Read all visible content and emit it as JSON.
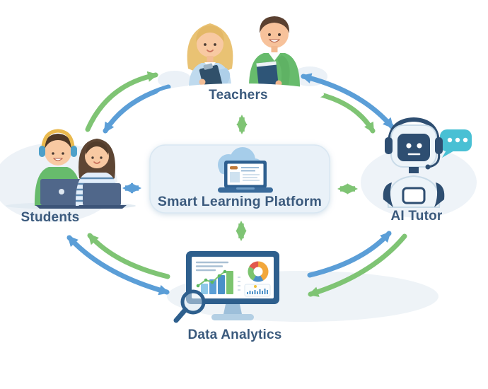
{
  "center": {
    "label": "Smart Learning Platform",
    "icon": "cloud-laptop-icon"
  },
  "nodes": {
    "teachers": {
      "label": "Teachers",
      "icon": "two-teachers-with-clipboard-and-book"
    },
    "students": {
      "label": "Students",
      "icon": "two-students-with-laptops-and-headphones"
    },
    "aiTutor": {
      "label": "AI Tutor",
      "icon": "robot-with-headset-and-chat-bubble"
    },
    "dataAnalytics": {
      "label": "Data Analytics",
      "icon": "monitor-with-charts-and-magnifying-glass"
    }
  },
  "colors": {
    "arrowGreen": "#7fc474",
    "arrowBlue": "#5b9ed7",
    "labelText": "#3b5a7d",
    "cardBackground": "#e9f1f8",
    "cardBorder": "#d9e7f2",
    "robotNavy": "#2e4e71",
    "chatBubbleTeal": "#49c0d4",
    "monitorNavy": "#2e5f8d",
    "cloudBlob": "#edf2f7",
    "background": "#ffffff"
  },
  "connections": {
    "hub_spokes": [
      {
        "between": [
          "Smart Learning Platform",
          "Teachers"
        ],
        "type": "double-headed",
        "color": "green",
        "orientation": "vertical"
      },
      {
        "between": [
          "Smart Learning Platform",
          "Students"
        ],
        "type": "double-headed",
        "color": "blue",
        "orientation": "horizontal"
      },
      {
        "between": [
          "Smart Learning Platform",
          "AI Tutor"
        ],
        "type": "double-headed",
        "color": "green",
        "orientation": "horizontal"
      },
      {
        "between": [
          "Smart Learning Platform",
          "Data Analytics"
        ],
        "type": "double-headed",
        "color": "green",
        "orientation": "vertical"
      }
    ],
    "outer_ring": [
      {
        "from": "Students",
        "to": "Teachers",
        "color": "green",
        "type": "curved-single"
      },
      {
        "from": "Teachers",
        "to": "Students",
        "color": "blue",
        "type": "curved-single"
      },
      {
        "between": [
          "Teachers",
          "AI Tutor"
        ],
        "color": "blue",
        "type": "curved-double"
      },
      {
        "from": "Teachers",
        "to": "AI Tutor",
        "color": "green",
        "type": "curved-single"
      },
      {
        "between": [
          "Students",
          "Data Analytics"
        ],
        "color": "blue",
        "type": "curved-double"
      },
      {
        "from": "Data Analytics",
        "to": "Students",
        "color": "green",
        "type": "curved-single"
      },
      {
        "from": "Data Analytics",
        "to": "AI Tutor",
        "color": "blue",
        "type": "curved-single"
      },
      {
        "from": "AI Tutor",
        "to": "Data Analytics",
        "color": "green",
        "type": "curved-single"
      }
    ]
  }
}
